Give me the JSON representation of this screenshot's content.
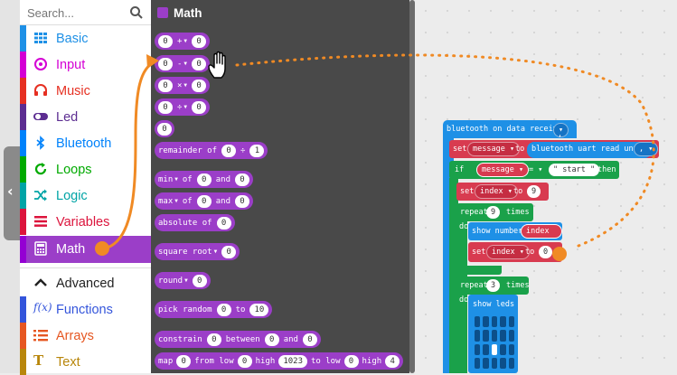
{
  "toolbox": {
    "search_placeholder": "Search...",
    "categories": [
      {
        "label": "Basic",
        "color": "#1e90e6",
        "icon": "grid-icon"
      },
      {
        "label": "Input",
        "color": "#d400d4",
        "icon": "target-icon"
      },
      {
        "label": "Music",
        "color": "#e63022",
        "icon": "headphones-icon"
      },
      {
        "label": "Led",
        "color": "#5c2d91",
        "icon": "toggle-icon"
      },
      {
        "label": "Bluetooth",
        "color": "#0082fb",
        "icon": "bluetooth-icon"
      },
      {
        "label": "Loops",
        "color": "#00aa00",
        "icon": "refresh-icon"
      },
      {
        "label": "Logic",
        "color": "#00a4a6",
        "icon": "shuffle-icon"
      },
      {
        "label": "Variables",
        "color": "#dc143c",
        "icon": "list-icon"
      },
      {
        "label": "Math",
        "color": "#9400d3",
        "icon": "calculator-icon",
        "selected": true
      }
    ],
    "advanced": [
      {
        "label": "Advanced",
        "color": "#222222",
        "icon": "chevron-up-icon"
      },
      {
        "label": "Functions",
        "color": "#3455db",
        "icon": "function-icon"
      },
      {
        "label": "Arrays",
        "color": "#e65722",
        "icon": "list-ordered-icon"
      },
      {
        "label": "Text",
        "color": "#b8860b",
        "icon": "text-icon"
      }
    ]
  },
  "flyout": {
    "title": "Math",
    "blocks": {
      "add": {
        "a": "0",
        "op": "+",
        "b": "0"
      },
      "sub": {
        "a": "0",
        "op": "-",
        "b": "0"
      },
      "mul": {
        "a": "0",
        "op": "×",
        "b": "0"
      },
      "div": {
        "a": "0",
        "op": "÷",
        "b": "0"
      },
      "num": "0",
      "remainder": {
        "label": "remainder of",
        "a": "0",
        "op": "÷",
        "b": "1"
      },
      "min": {
        "fn": "min",
        "of": "of",
        "a": "0",
        "and": "and",
        "b": "0"
      },
      "max": {
        "fn": "max",
        "of": "of",
        "a": "0",
        "and": "and",
        "b": "0"
      },
      "absolute": {
        "label": "absolute of",
        "a": "0"
      },
      "sqrt": {
        "fn": "square root",
        "a": "0"
      },
      "round": {
        "fn": "round",
        "a": "0"
      },
      "random": {
        "label": "pick random",
        "a": "0",
        "to": "to",
        "b": "10"
      },
      "constrain": {
        "label": "constrain",
        "a": "0",
        "between": "between",
        "b": "0",
        "and": "and",
        "c": "0"
      },
      "map": {
        "label": "map",
        "a": "0",
        "from_low": "from low",
        "b": "0",
        "high": "high",
        "c": "1023",
        "to_low": "to low",
        "d": "0",
        "high2": "high",
        "e": "4"
      }
    }
  },
  "workspace": {
    "hat": {
      "label": "bluetooth on data received",
      "param": ","
    },
    "set_message": {
      "set": "set",
      "var": "message",
      "to": "to",
      "call": "bluetooth uart read until",
      "param": ","
    },
    "if_block": {
      "if": "if",
      "var": "message",
      "op": "=",
      "value": "start",
      "then": "then"
    },
    "set_index": {
      "set": "set",
      "var": "index",
      "to": "to",
      "value": "9"
    },
    "repeat1": {
      "label": "repeat",
      "times_value": "9",
      "times": "times",
      "do": "do"
    },
    "show_number": {
      "label": "show number",
      "var": "index"
    },
    "set_index2": {
      "set": "set",
      "var": "index",
      "to": "to",
      "value": "0"
    },
    "repeat2": {
      "label": "repeat",
      "times_value": "3",
      "times": "times",
      "do": "do"
    },
    "show_leds": {
      "label": "show leds"
    }
  },
  "colors": {
    "math": "#9b3ec8",
    "bluetooth": "#1e90e6",
    "variables": "#d83b50",
    "loops": "#1aa14a",
    "annotation": "#f08a24"
  }
}
